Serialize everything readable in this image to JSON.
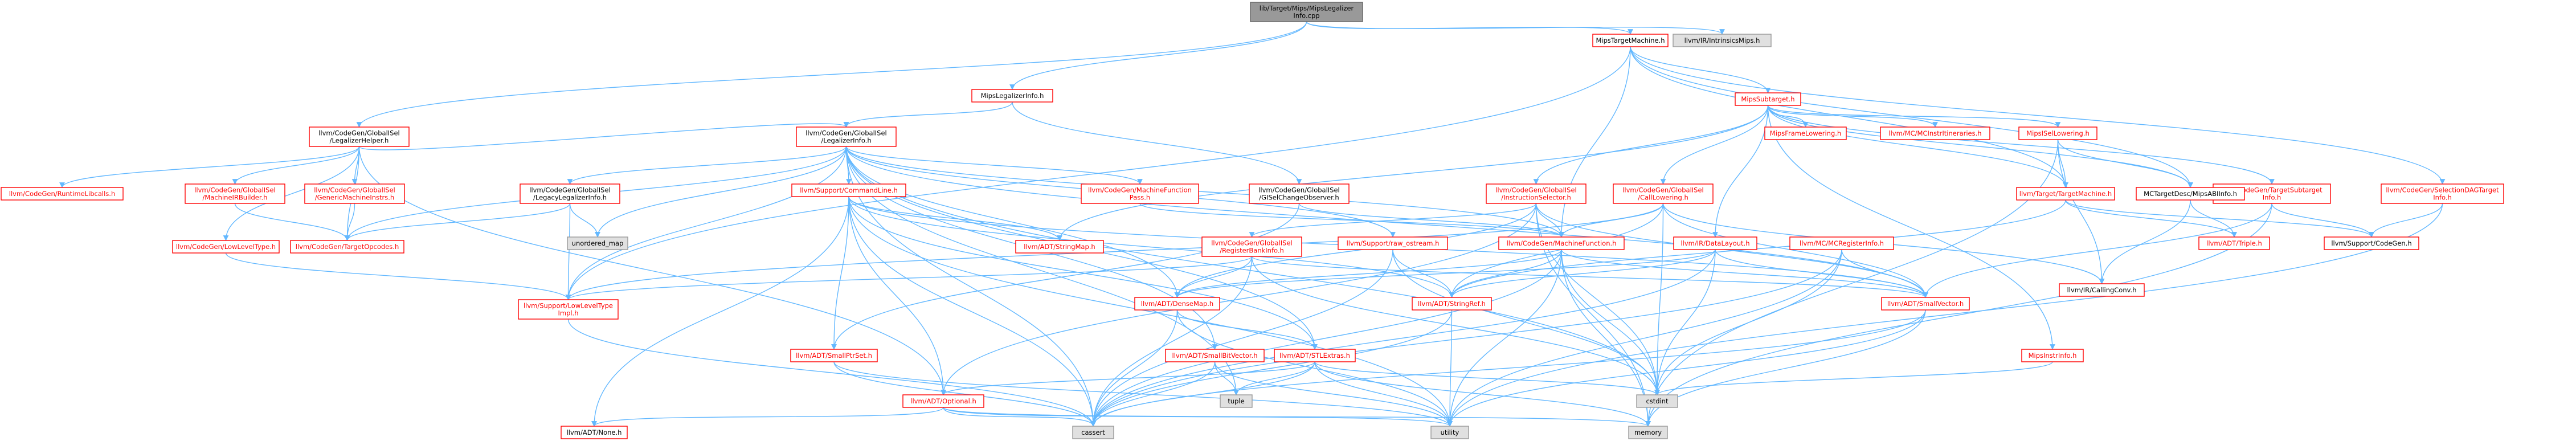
{
  "colors": {
    "root_fill": "#999999",
    "root_text": "#000000",
    "node_fill": "#ffffff",
    "node_border": "#ff0000",
    "node_text_red": "#ff0000",
    "node_text_black": "#000000",
    "leaf_fill": "#e0e0e0",
    "leaf_border": "#999999",
    "edge": "#63b8ff"
  },
  "nodes": [
    {
      "id": "root",
      "lines": [
        "lib/Target/Mips/MipsLegalizer",
        "Info.cpp"
      ],
      "style": "root"
    },
    {
      "id": "mipstm",
      "lines": [
        "MipsTargetMachine.h"
      ],
      "style": "black"
    },
    {
      "id": "intrmips",
      "lines": [
        "llvm/IR/IntrinsicsMips.h"
      ],
      "style": "leaf"
    },
    {
      "id": "legalhelper",
      "lines": [
        "llvm/CodeGen/GlobalISel",
        "/LegalizerHelper.h"
      ],
      "style": "black"
    },
    {
      "id": "mipslegal",
      "lines": [
        "MipsLegalizerInfo.h"
      ],
      "style": "black"
    },
    {
      "id": "mipssub",
      "lines": [
        "MipsSubtarget.h"
      ],
      "style": "red"
    },
    {
      "id": "runtimelib",
      "lines": [
        "llvm/CodeGen/RuntimeLibcalls.h"
      ],
      "style": "red"
    },
    {
      "id": "mirbuilder",
      "lines": [
        "llvm/CodeGen/GlobalISel",
        "/MachineIRBuilder.h"
      ],
      "style": "red"
    },
    {
      "id": "genmi",
      "lines": [
        "llvm/CodeGen/GlobalISel",
        "/GenericMachineInstrs.h"
      ],
      "style": "red"
    },
    {
      "id": "legalinfo",
      "lines": [
        "llvm/CodeGen/GlobalISel",
        "/LegalizerInfo.h"
      ],
      "style": "black"
    },
    {
      "id": "lowlevel",
      "lines": [
        "llvm/CodeGen/LowLevelType.h"
      ],
      "style": "red"
    },
    {
      "id": "opcodes",
      "lines": [
        "llvm/CodeGen/TargetOpcodes.h"
      ],
      "style": "red"
    },
    {
      "id": "legacy",
      "lines": [
        "llvm/CodeGen/GlobalISel",
        "/LegacyLegalizerInfo.h"
      ],
      "style": "black"
    },
    {
      "id": "unordered",
      "lines": [
        "unordered_map"
      ],
      "style": "leaf"
    },
    {
      "id": "cmdline",
      "lines": [
        "llvm/Support/CommandLine.h"
      ],
      "style": "red"
    },
    {
      "id": "mfpass",
      "lines": [
        "llvm/CodeGen/MachineFunction",
        "Pass.h"
      ],
      "style": "red"
    },
    {
      "id": "gisel_obs",
      "lines": [
        "llvm/CodeGen/GlobalISel",
        "/GISelChangeObserver.h"
      ],
      "style": "black"
    },
    {
      "id": "instsel",
      "lines": [
        "llvm/CodeGen/GlobalISel",
        "/InstructionSelector.h"
      ],
      "style": "red"
    },
    {
      "id": "calllow",
      "lines": [
        "llvm/CodeGen/GlobalISel",
        "/CallLowering.h"
      ],
      "style": "red"
    },
    {
      "id": "framelow",
      "lines": [
        "MipsFrameLowering.h"
      ],
      "style": "red"
    },
    {
      "id": "mcinstit",
      "lines": [
        "llvm/MC/MCInstrItineraries.h"
      ],
      "style": "red"
    },
    {
      "id": "iselow",
      "lines": [
        "MipsISelLowering.h"
      ],
      "style": "red"
    },
    {
      "id": "tgtsubinfo",
      "lines": [
        "llvm/CodeGen/TargetSubtarget",
        "Info.h"
      ],
      "style": "red"
    },
    {
      "id": "seldag",
      "lines": [
        "llvm/CodeGen/SelectionDAGTarget",
        "Info.h"
      ],
      "style": "red"
    },
    {
      "id": "stringmap",
      "lines": [
        "llvm/ADT/StringMap.h"
      ],
      "style": "red"
    },
    {
      "id": "regbank",
      "lines": [
        "llvm/CodeGen/GlobalISel",
        "/RegisterBankInfo.h"
      ],
      "style": "red"
    },
    {
      "id": "rawos",
      "lines": [
        "llvm/Support/raw_ostream.h"
      ],
      "style": "red"
    },
    {
      "id": "machfn",
      "lines": [
        "llvm/CodeGen/MachineFunction.h"
      ],
      "style": "red"
    },
    {
      "id": "datalayout",
      "lines": [
        "llvm/IR/DataLayout.h"
      ],
      "style": "red"
    },
    {
      "id": "mcreg",
      "lines": [
        "llvm/MC/MCRegisterInfo.h"
      ],
      "style": "red"
    },
    {
      "id": "tgtmach",
      "lines": [
        "llvm/Target/TargetMachine.h"
      ],
      "style": "red"
    },
    {
      "id": "mcabi",
      "lines": [
        "MCTargetDesc/MipsABIInfo.h"
      ],
      "style": "black"
    },
    {
      "id": "callconv",
      "lines": [
        "llvm/IR/CallingConv.h"
      ],
      "style": "black"
    },
    {
      "id": "triple",
      "lines": [
        "llvm/ADT/Triple.h"
      ],
      "style": "red"
    },
    {
      "id": "supcodegen",
      "lines": [
        "llvm/Support/CodeGen.h"
      ],
      "style": "black"
    },
    {
      "id": "lltimpl",
      "lines": [
        "llvm/Support/LowLevelType",
        "Impl.h"
      ],
      "style": "red"
    },
    {
      "id": "densemap",
      "lines": [
        "llvm/ADT/DenseMap.h"
      ],
      "style": "red"
    },
    {
      "id": "stringref",
      "lines": [
        "llvm/ADT/StringRef.h"
      ],
      "style": "red"
    },
    {
      "id": "smallvec",
      "lines": [
        "llvm/ADT/SmallVector.h"
      ],
      "style": "red"
    },
    {
      "id": "smallptr",
      "lines": [
        "llvm/ADT/SmallPtrSet.h"
      ],
      "style": "red"
    },
    {
      "id": "smallbit",
      "lines": [
        "llvm/ADT/SmallBitVector.h"
      ],
      "style": "red"
    },
    {
      "id": "stlextras",
      "lines": [
        "llvm/ADT/STLExtras.h"
      ],
      "style": "red"
    },
    {
      "id": "mipsinst",
      "lines": [
        "MipsInstrInfo.h"
      ],
      "style": "red"
    },
    {
      "id": "cstdint",
      "lines": [
        "cstdint"
      ],
      "style": "leaf"
    },
    {
      "id": "tuple",
      "lines": [
        "tuple"
      ],
      "style": "leaf"
    },
    {
      "id": "optional",
      "lines": [
        "llvm/ADT/Optional.h"
      ],
      "style": "red"
    },
    {
      "id": "none",
      "lines": [
        "llvm/ADT/None.h"
      ],
      "style": "black"
    },
    {
      "id": "cassert",
      "lines": [
        "cassert"
      ],
      "style": "leaf"
    },
    {
      "id": "utility",
      "lines": [
        "utility"
      ],
      "style": "leaf"
    },
    {
      "id": "memory",
      "lines": [
        "memory"
      ],
      "style": "leaf"
    }
  ],
  "edges": [
    [
      "root",
      "mipstm"
    ],
    [
      "root",
      "intrmips"
    ],
    [
      "root",
      "legalhelper"
    ],
    [
      "root",
      "mipslegal"
    ],
    [
      "mipstm",
      "mipssub"
    ],
    [
      "mipstm",
      "mcabi"
    ],
    [
      "mipstm",
      "tgtmach"
    ],
    [
      "mipstm",
      "machfn"
    ],
    [
      "mipstm",
      "seldag"
    ],
    [
      "mipstm",
      "lltimpl"
    ],
    [
      "legalhelper",
      "runtimelib"
    ],
    [
      "legalhelper",
      "mirbuilder"
    ],
    [
      "legalhelper",
      "genmi"
    ],
    [
      "legalhelper",
      "legalinfo"
    ],
    [
      "legalhelper",
      "lowlevel"
    ],
    [
      "legalhelper",
      "opcodes"
    ],
    [
      "legalhelper",
      "optional"
    ],
    [
      "mipslegal",
      "legalinfo"
    ],
    [
      "mipslegal",
      "gisel_obs"
    ],
    [
      "mipssub",
      "framelow"
    ],
    [
      "mipssub",
      "mcinstit"
    ],
    [
      "mipssub",
      "iselow"
    ],
    [
      "mipssub",
      "tgtsubinfo"
    ],
    [
      "mipssub",
      "instsel"
    ],
    [
      "mipssub",
      "calllow"
    ],
    [
      "mipssub",
      "datalayout"
    ],
    [
      "mipssub",
      "mcabi"
    ],
    [
      "mipssub",
      "stringmap"
    ],
    [
      "mipssub",
      "mipsinst"
    ],
    [
      "mipssub",
      "tgtmach"
    ],
    [
      "mirbuilder",
      "opcodes"
    ],
    [
      "genmi",
      "opcodes"
    ],
    [
      "legalinfo",
      "legacy"
    ],
    [
      "legalinfo",
      "unordered"
    ],
    [
      "legalinfo",
      "cmdline"
    ],
    [
      "legalinfo",
      "mfpass"
    ],
    [
      "legalinfo",
      "opcodes"
    ],
    [
      "legalinfo",
      "densemap"
    ],
    [
      "legalinfo",
      "smallbit"
    ],
    [
      "legalinfo",
      "smallvec"
    ],
    [
      "legalinfo",
      "stlextras"
    ],
    [
      "legalinfo",
      "lltimpl"
    ],
    [
      "legalinfo",
      "cassert"
    ],
    [
      "legalinfo",
      "tuple"
    ],
    [
      "legalinfo",
      "cstdint"
    ],
    [
      "legalinfo",
      "machfn"
    ],
    [
      "legalinfo",
      "rawos"
    ],
    [
      "legacy",
      "opcodes"
    ],
    [
      "legacy",
      "lltimpl"
    ],
    [
      "legacy",
      "unordered"
    ],
    [
      "lowlevel",
      "lltimpl"
    ],
    [
      "cmdline",
      "stringmap"
    ],
    [
      "cmdline",
      "stringref"
    ],
    [
      "cmdline",
      "smallptr"
    ],
    [
      "cmdline",
      "smallvec"
    ],
    [
      "cmdline",
      "optional"
    ],
    [
      "cmdline",
      "stlextras"
    ],
    [
      "cmdline",
      "none"
    ],
    [
      "cmdline",
      "cassert"
    ],
    [
      "cmdline",
      "utility"
    ],
    [
      "mfpass",
      "machfn"
    ],
    [
      "gisel_obs",
      "smallptr"
    ],
    [
      "gisel_obs",
      "machfn"
    ],
    [
      "instsel",
      "regbank"
    ],
    [
      "instsel",
      "machfn"
    ],
    [
      "instsel",
      "densemap"
    ],
    [
      "instsel",
      "smallvec"
    ],
    [
      "instsel",
      "optional"
    ],
    [
      "instsel",
      "cstdint"
    ],
    [
      "instsel",
      "memory"
    ],
    [
      "calllow",
      "machfn"
    ],
    [
      "calllow",
      "callconv"
    ],
    [
      "calllow",
      "smallvec"
    ],
    [
      "calllow",
      "stringref"
    ],
    [
      "calllow",
      "lltimpl"
    ],
    [
      "calllow",
      "cstdint"
    ],
    [
      "iselow",
      "mcabi"
    ],
    [
      "iselow",
      "tgtmach"
    ],
    [
      "iselow",
      "callconv"
    ],
    [
      "iselow",
      "memory"
    ],
    [
      "tgtsubinfo",
      "smallvec"
    ],
    [
      "tgtsubinfo",
      "supcodegen"
    ],
    [
      "tgtsubinfo",
      "memory"
    ],
    [
      "seldag",
      "supcodegen"
    ],
    [
      "seldag",
      "utility"
    ],
    [
      "tgtmach",
      "triple"
    ],
    [
      "tgtmach",
      "supcodegen"
    ],
    [
      "tgtmach",
      "stringref"
    ],
    [
      "mcabi",
      "triple"
    ],
    [
      "mcabi",
      "callconv"
    ],
    [
      "regbank",
      "smallvec"
    ],
    [
      "regbank",
      "densemap"
    ],
    [
      "regbank",
      "lltimpl"
    ],
    [
      "regbank",
      "cassert"
    ],
    [
      "regbank",
      "cstdint"
    ],
    [
      "rawos",
      "stringref"
    ],
    [
      "rawos",
      "cassert"
    ],
    [
      "rawos",
      "cstdint"
    ],
    [
      "machfn",
      "densemap"
    ],
    [
      "machfn",
      "stringref"
    ],
    [
      "machfn",
      "smallvec"
    ],
    [
      "machfn",
      "cassert"
    ],
    [
      "machfn",
      "cstdint"
    ],
    [
      "machfn",
      "memory"
    ],
    [
      "machfn",
      "utility"
    ],
    [
      "datalayout",
      "densemap"
    ],
    [
      "datalayout",
      "smallvec"
    ],
    [
      "datalayout",
      "stringref"
    ],
    [
      "datalayout",
      "cassert"
    ],
    [
      "datalayout",
      "cstdint"
    ],
    [
      "mcreg",
      "smallvec"
    ],
    [
      "mcreg",
      "cassert"
    ],
    [
      "mcreg",
      "cstdint"
    ],
    [
      "mcreg",
      "utility"
    ],
    [
      "lltimpl",
      "cassert"
    ],
    [
      "densemap",
      "stlextras"
    ],
    [
      "densemap",
      "cassert"
    ],
    [
      "densemap",
      "utility"
    ],
    [
      "stringref",
      "utility"
    ],
    [
      "stringref",
      "cassert"
    ],
    [
      "smallvec",
      "cassert"
    ],
    [
      "smallvec",
      "utility"
    ],
    [
      "smallvec",
      "memory"
    ],
    [
      "smallptr",
      "cassert"
    ],
    [
      "smallptr",
      "utility"
    ],
    [
      "smallbit",
      "cassert"
    ],
    [
      "smallbit",
      "utility"
    ],
    [
      "smallbit",
      "tuple"
    ],
    [
      "stlextras",
      "optional"
    ],
    [
      "stlextras",
      "cassert"
    ],
    [
      "stlextras",
      "utility"
    ],
    [
      "stlextras",
      "memory"
    ],
    [
      "stlextras",
      "tuple"
    ],
    [
      "stlextras",
      "cstdint"
    ],
    [
      "mipsinst",
      "cstdint"
    ],
    [
      "optional",
      "none"
    ],
    [
      "optional",
      "cassert"
    ],
    [
      "optional",
      "utility"
    ],
    [
      "optional",
      "memory"
    ]
  ]
}
